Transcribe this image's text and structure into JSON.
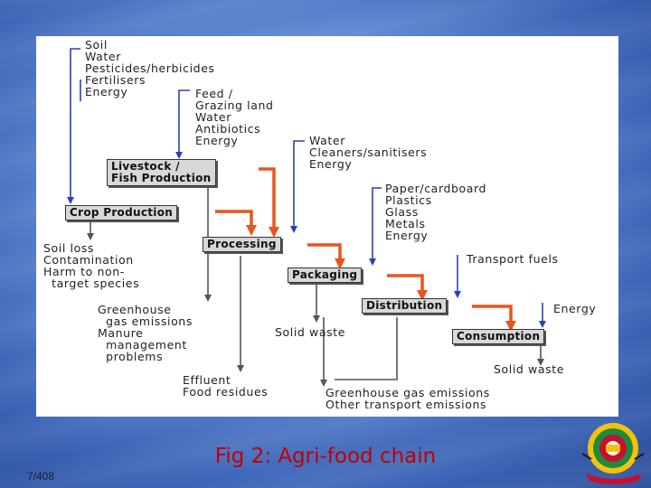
{
  "diagram": {
    "inputs_top": "Soil\nWater\nPesticides/herbicides\nFertilisers\nEnergy",
    "inputs_livestock": "Feed /\nGrazing land\nWater\nAntibiotics\nEnergy",
    "inputs_processing": "Water\nCleaners/sanitisers\nEnergy",
    "inputs_packaging": "Paper/cardboard\nPlastics\nGlass\nMetals\nEnergy",
    "inputs_distribution": "Transport fuels",
    "inputs_consumption": "Energy",
    "stages": {
      "livestock": "Livestock /\nFish Production",
      "crop": "Crop Production",
      "processing": "Processing",
      "packaging": "Packaging",
      "distribution": "Distribution",
      "consumption": "Consumption"
    },
    "outputs_crop": "Soil loss\nContamination\nHarm to non-\n  target species",
    "outputs_livestock": "Greenhouse\n  gas emissions\nManure\n  management\n  problems",
    "outputs_processing": "Effluent\nFood residues",
    "outputs_packaging": "Solid waste",
    "outputs_distribution": "Greenhouse gas emissions\nOther transport emissions",
    "outputs_consumption": "Solid waste",
    "colors": {
      "flow_arrow": "#e8541f",
      "input_arrow": "#2d3fb5",
      "output_arrow": "#555555"
    }
  },
  "caption": "Fig 2: Agri-food chain",
  "slide_number": "7/408",
  "logo_icon": "university-seal-logo"
}
